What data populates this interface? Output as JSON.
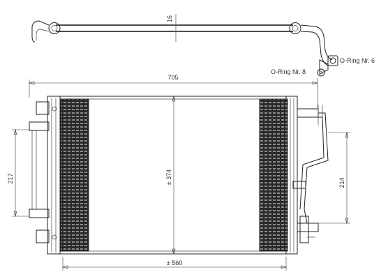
{
  "diagram": {
    "dimensions": {
      "pipe_diameter": "16",
      "overall_width": "705",
      "core_height": "± 374",
      "core_width": "± 560",
      "left_bracket_height": "217",
      "right_port_spacing": "214"
    },
    "callouts": {
      "o_ring_upper": "O-Ring Nr. 6",
      "o_ring_lower": "O-Ring Nr. 8"
    },
    "colors": {
      "line": "#222222",
      "core_fill": "#2a2a2a",
      "background": "#ffffff"
    }
  }
}
